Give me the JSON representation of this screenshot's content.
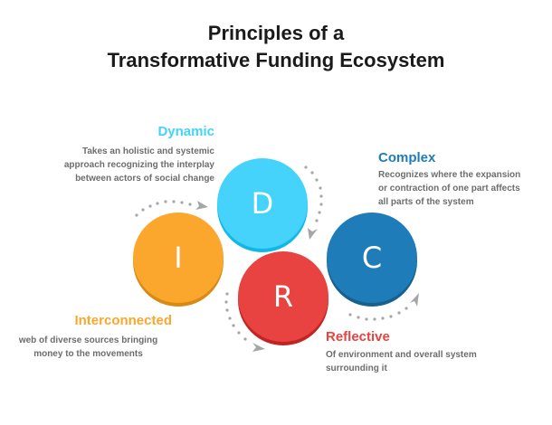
{
  "title": {
    "line1": "Principles of a",
    "line2": "Transformative Funding Ecosystem"
  },
  "principles": {
    "dynamic": {
      "letter": "D",
      "heading": "Dynamic",
      "color": "#45D2FB",
      "shadow": "#10B8E8",
      "desc": [
        "Takes an holistic and systemic",
        "approach recognizing the interplay",
        "between actors of social change"
      ]
    },
    "complex": {
      "letter": "C",
      "heading": "Complex",
      "color": "#1E7DB8",
      "shadow": "#17618F",
      "desc": [
        "Recognizes where the expansion",
        "or contraction of one part affects",
        "all parts of the system"
      ]
    },
    "interconnected": {
      "letter": "I",
      "heading": "Interconnected",
      "color": "#FBA62D",
      "shadow": "#D98A14",
      "desc": [
        "web of diverse sources bringing",
        "money to the movements"
      ]
    },
    "reflective": {
      "letter": "R",
      "heading": "Reflective",
      "color": "#E84340",
      "shadow": "#BF2522",
      "desc": [
        "Of environment and overall system",
        "surrounding it"
      ]
    }
  },
  "colors": {
    "title": "#1A1A1A",
    "description": "#6D6D6D",
    "arrows": "#A6A6A6"
  }
}
